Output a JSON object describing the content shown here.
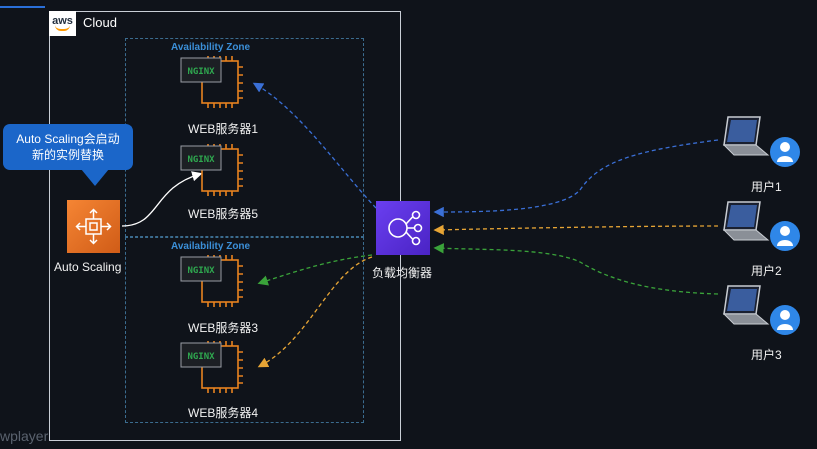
{
  "cloud": {
    "label": "Cloud",
    "logo_text": "aws"
  },
  "zones": [
    {
      "title": "Availability Zone"
    },
    {
      "title": "Availability Zone"
    }
  ],
  "servers": [
    {
      "label": "WEB服务器1",
      "badge": "NGINX"
    },
    {
      "label": "WEB服务器5",
      "badge": "NGINX"
    },
    {
      "label": "WEB服务器3",
      "badge": "NGINX"
    },
    {
      "label": "WEB服务器4",
      "badge": "NGINX"
    }
  ],
  "autoscaling": {
    "label": "Auto Scaling"
  },
  "callout": {
    "line1": "Auto Scaling会启动",
    "line2": "新的实例替换"
  },
  "loadbalancer": {
    "label": "负载均衡器"
  },
  "users": [
    {
      "label": "用户1"
    },
    {
      "label": "用户2"
    },
    {
      "label": "用户3"
    }
  ],
  "watermark": "wplayer",
  "colors": {
    "chip": "#e8821f",
    "flow_blue": "#3a6fd6",
    "flow_orange": "#e7a535",
    "flow_green": "#3aa33a",
    "elb": "#5a2fe0",
    "autoscaling": "#e8732a",
    "user": "#2f87e8"
  }
}
